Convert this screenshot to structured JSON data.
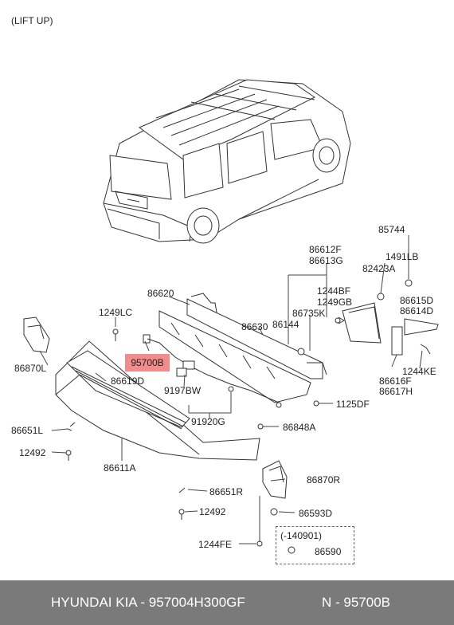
{
  "header": {
    "note": "(LIFT UP)"
  },
  "labels": {
    "p85744": "85744",
    "p86612f": "86612F",
    "p86613g": "86613G",
    "p82423a": "82423A",
    "p1491lb": "1491LB",
    "p86620": "86620",
    "p1244bf": "1244BF",
    "p1249gb": "1249GB",
    "p86735k": "86735K",
    "p86144": "86144",
    "p86615d": "86615D",
    "p86614d": "86614D",
    "p1249lc": "1249LC",
    "p86630": "86630",
    "p86870l": "86870L",
    "p86619d": "86619D",
    "p1244ke": "1244KE",
    "p86616f": "86616F",
    "p86617h": "86617H",
    "p9197bw": "9197BW",
    "p1125df": "1125DF",
    "p91920g": "91920G",
    "p86651l": "86651L",
    "p86848a": "86848A",
    "p12492a": "12492",
    "p86611a": "86611A",
    "p86870r": "86870R",
    "p86651r": "86651R",
    "p12492b": "12492",
    "p86593d": "86593D",
    "p140901": "(-140901)",
    "p86590": "86590",
    "p1244fe": "1244FE"
  },
  "highlight": {
    "part": "95700B",
    "color": "#f28b8b"
  },
  "footer": {
    "brand": "HYUNDAI  KIA - 957004H300GF",
    "code": "N - 95700B",
    "background": "#7a7a7a"
  }
}
